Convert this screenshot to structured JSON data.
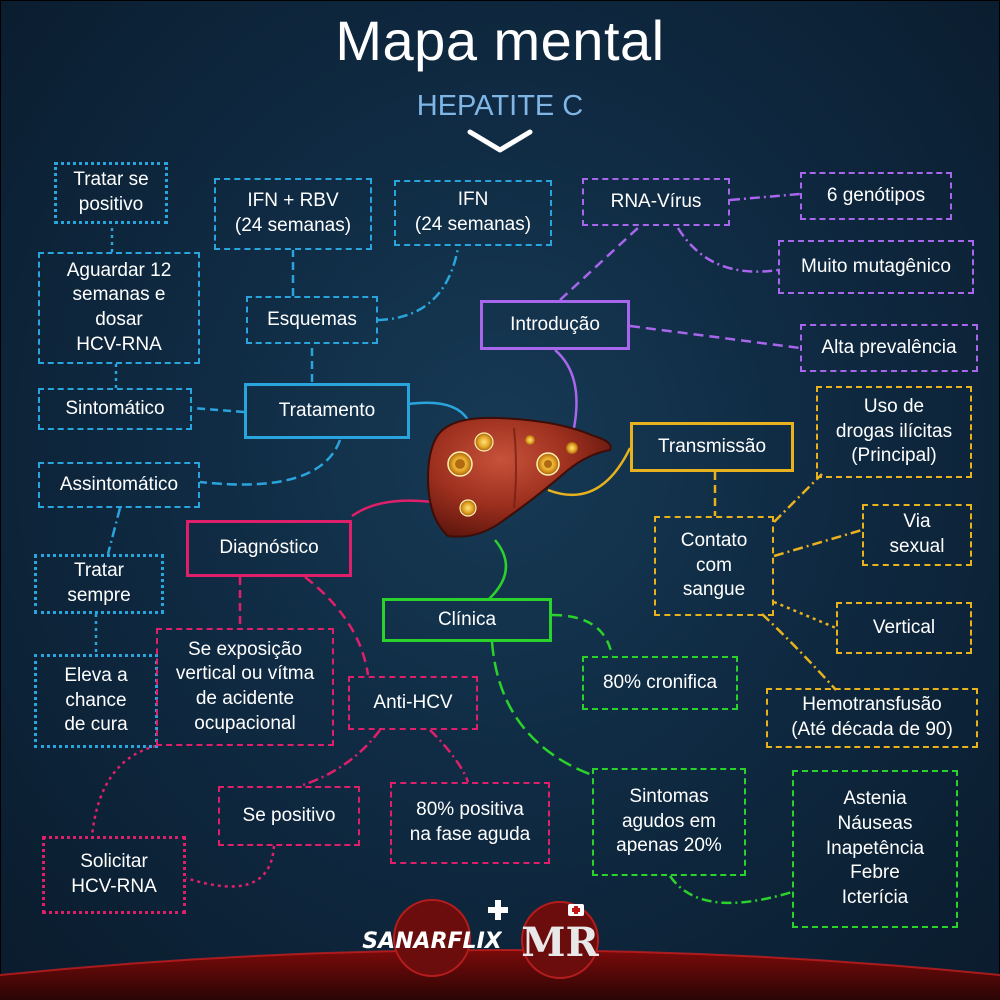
{
  "header": {
    "title": "Mapa mental",
    "subtitle": "HEPATITE C"
  },
  "colors": {
    "tratamento": "#2aa4dc",
    "introducao": "#a866ec",
    "transmissao": "#e8b21e",
    "clinica": "#2bd22b",
    "diagnostico": "#e01f6a",
    "background": "#0f2a42"
  },
  "icons": {
    "header_chevron": "chevron-down-icon",
    "center": "liver-icon"
  },
  "nodes": {
    "tratamento": {
      "label": "Tratamento",
      "tratar_se_positivo": "Tratar se\npositivo",
      "aguardar": "Aguardar 12\nsemanas  e\ndosar\nHCV-RNA",
      "sintomatico": "Sintomático",
      "assintomatico": "Assintomático",
      "tratar_sempre": "Tratar\nsempre",
      "eleva_chance": "Eleva a\nchance\nde cura",
      "esquemas": "Esquemas",
      "ifn_rbv": "IFN + RBV\n(24 semanas)",
      "ifn": "IFN\n(24 semanas)"
    },
    "introducao": {
      "label": "Introdução",
      "rna_virus": "RNA-Vírus",
      "genotipos": "6 genótipos",
      "mutagenico": "Muito mutagênico",
      "prevalencia": "Alta prevalência"
    },
    "transmissao": {
      "label": "Transmissão",
      "drogas": "Uso de\ndrogas ilícitas\n(Principal)",
      "contato": "Contato\ncom\nsangue",
      "via_sexual": "Via\nsexual",
      "vertical": "Vertical",
      "hemotransfusao": "Hemotransfusão\n(Até década de 90)"
    },
    "clinica": {
      "label": "Clínica",
      "cronifica": "80% cronifica",
      "sintomas_agudos": "Sintomas\nagudos em\napenas 20%",
      "sintomas": "Astenia\nNáuseas\nInapetência\nFebre\nIcterícia"
    },
    "diagnostico": {
      "label": "Diagnóstico",
      "exposicao": "Se exposição\nvertical ou vítma\nde acidente\nocupacional",
      "anti_hcv": "Anti-HCV",
      "se_positivo": "Se positivo",
      "positiva_aguda": "80% positiva\nna fase aguda",
      "solicitar": "Solicitar\nHCV-RNA"
    }
  },
  "branding": {
    "logo_left": "SANAR FLIX",
    "logo_right": "MR"
  }
}
